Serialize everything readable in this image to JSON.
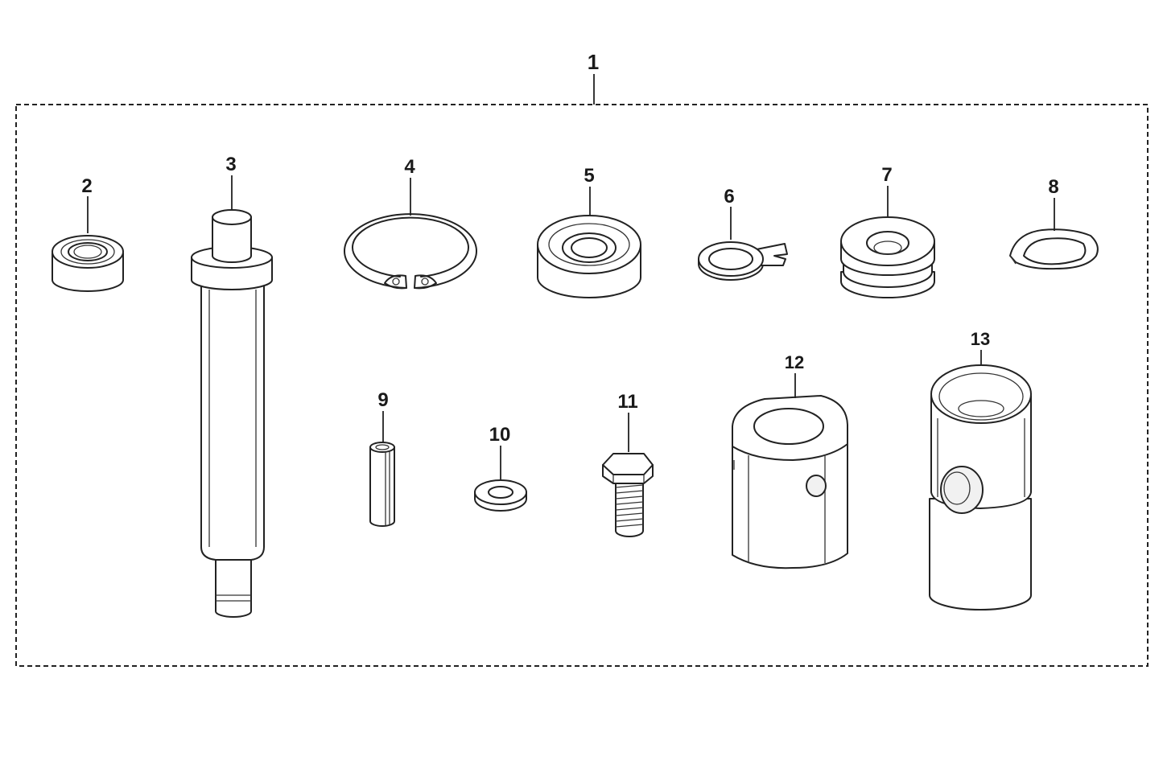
{
  "diagram": {
    "assembly_label": "1",
    "parts": [
      {
        "id": "bearing-small",
        "label": "2"
      },
      {
        "id": "shaft",
        "label": "3"
      },
      {
        "id": "circlip",
        "label": "4"
      },
      {
        "id": "bearing-large",
        "label": "5"
      },
      {
        "id": "lock-washer",
        "label": "6"
      },
      {
        "id": "seal",
        "label": "7"
      },
      {
        "id": "wave-washer",
        "label": "8"
      },
      {
        "id": "roll-pin",
        "label": "9"
      },
      {
        "id": "flat-washer",
        "label": "10"
      },
      {
        "id": "hex-bolt",
        "label": "11"
      },
      {
        "id": "hex-coupling",
        "label": "12"
      },
      {
        "id": "cylinder-housing",
        "label": "13"
      }
    ]
  }
}
